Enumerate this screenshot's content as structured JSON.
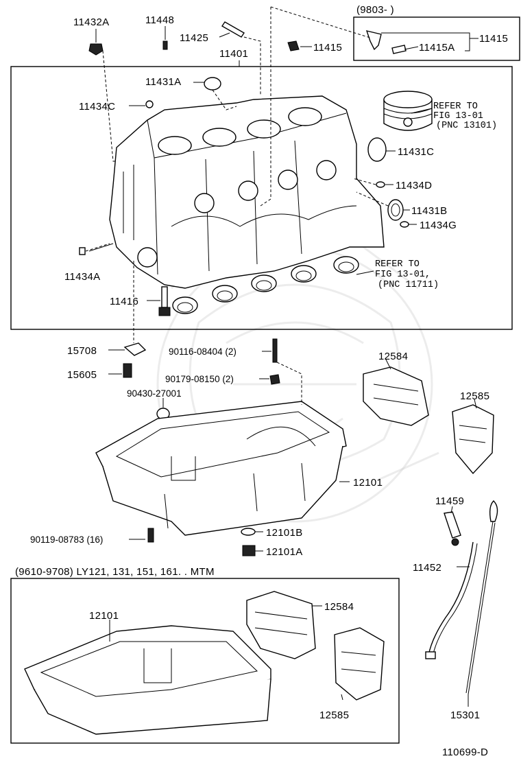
{
  "watermark": {
    "icon": "samurai-helmet-watermark-icon"
  },
  "header": {
    "top_code": "(9803-        )"
  },
  "diagram_code": "110699-D",
  "lower_box": {
    "title": "(9610-9708) LY121, 131, 151, 161. . MTM"
  },
  "refs": {
    "piston": {
      "line1": "REFER TO",
      "line2": "FIG 13-01",
      "line3": "(PNC 13101)"
    },
    "bearing": {
      "line1": "REFER TO",
      "line2": "FIG 13-01,",
      "line3": "(PNC 11711)"
    }
  },
  "labels": {
    "p11432A": "11432A",
    "p11448": "11448",
    "p11425": "11425",
    "p11401": "11401",
    "p11415_top": "11415",
    "p11415A": "11415A",
    "p11415_right": "11415",
    "p11431A": "11431A",
    "p11434C": "11434C",
    "p11431C": "11431C",
    "p11434D": "11434D",
    "p11431B": "11431B",
    "p11434G": "11434G",
    "p11434A": "11434A",
    "p11416": "11416",
    "p15708": "15708",
    "p15605": "15605",
    "p90116": "90116-08404 (2)",
    "p90179": "90179-08150 (2)",
    "p90430": "90430-27001",
    "p12584_top": "12584",
    "p12585_top": "12585",
    "p12101_top": "12101",
    "p11459": "11459",
    "p90119": "90119-08783 (16)",
    "p12101B": "12101B",
    "p12101A": "12101A",
    "p11452": "11452",
    "p12101_low": "12101",
    "p12584_low": "12584",
    "p12585_low": "12585",
    "p15301": "15301"
  }
}
